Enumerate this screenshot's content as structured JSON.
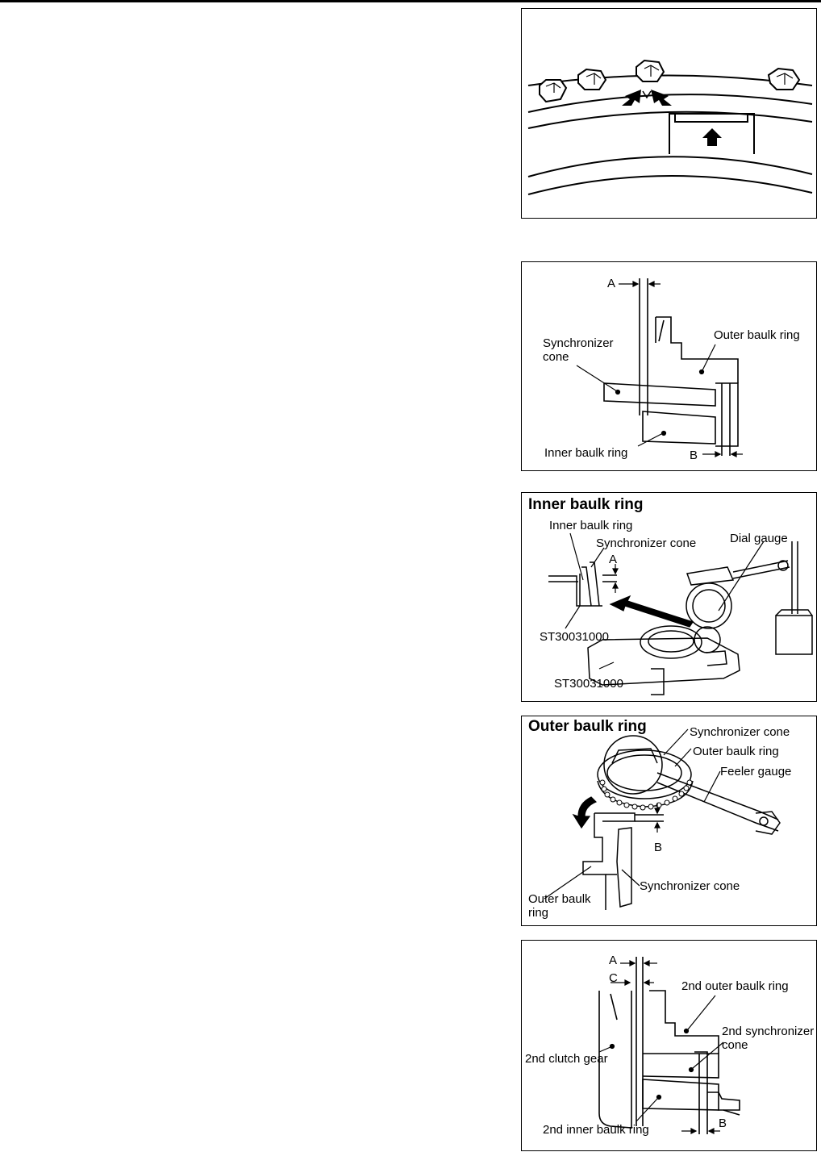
{
  "figure2": {
    "label_a": "A",
    "label_b": "B",
    "synchronizer_cone": "Synchronizer\ncone",
    "outer_baulk_ring": "Outer baulk ring",
    "inner_baulk_ring": "Inner baulk ring"
  },
  "figure3": {
    "title": "Inner baulk ring",
    "inner_baulk_ring": "Inner baulk ring",
    "synchronizer_cone": "Synchronizer cone",
    "dial_gauge": "Dial gauge",
    "label_a": "A",
    "tool_1": "ST30031000",
    "tool_2": "ST30031000"
  },
  "figure4": {
    "title": "Outer baulk ring",
    "synchronizer_cone_top": "Synchronizer cone",
    "outer_baulk_ring_top": "Outer baulk ring",
    "feeler_gauge": "Feeler gauge",
    "label_b": "B",
    "synchronizer_cone_bottom": "Synchronizer cone",
    "outer_baulk_ring_bottom": "Outer baulk\nring"
  },
  "figure5": {
    "label_a": "A",
    "label_c": "C",
    "second_outer_baulk_ring": "2nd outer baulk ring",
    "second_synchronizer_cone": "2nd synchronizer\ncone",
    "second_clutch_gear": "2nd clutch gear",
    "second_inner_baulk_ring": "2nd inner baulk ring",
    "label_b": "B"
  }
}
